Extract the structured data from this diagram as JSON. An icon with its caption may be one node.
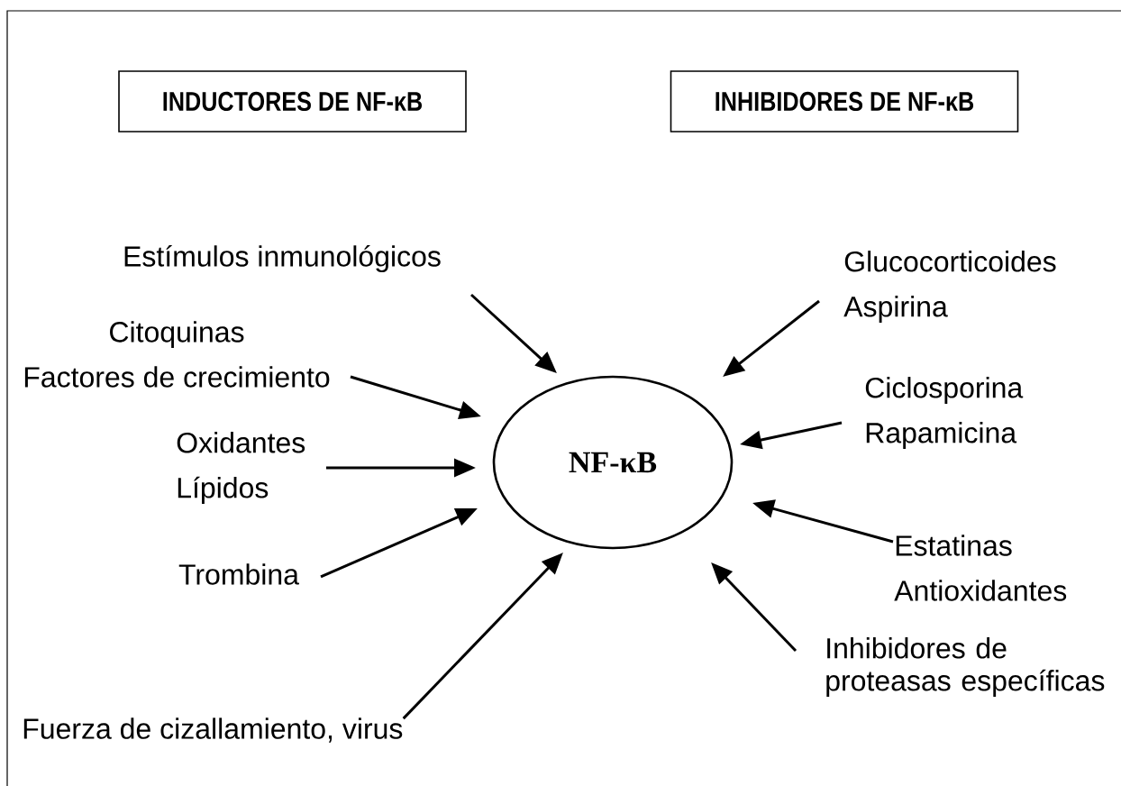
{
  "diagram": {
    "nodes": [
      {
        "text": [
          "INDUCTORES DE NF-κB"
        ]
      },
      {
        "text": [
          "INHIBIDORES DE NF-κB"
        ]
      },
      {
        "text": [
          "NF-κB"
        ]
      },
      {
        "text": [
          "Estímulos inmunológicos"
        ]
      },
      {
        "text": [
          "Citoquinas",
          "Factores de crecimiento"
        ]
      },
      {
        "text": [
          "Oxidantes",
          "Lípidos"
        ]
      },
      {
        "text": [
          "Trombina"
        ]
      },
      {
        "text": [
          "Fuerza de cizallamiento, virus"
        ]
      },
      {
        "text": [
          "Glucocorticoides",
          "Aspirina"
        ]
      },
      {
        "text": [
          "Ciclosporina",
          "Rapamicina"
        ]
      },
      {
        "text": [
          "Estatinas",
          "Antioxidantes"
        ]
      },
      {
        "text": [
          "Inhibidores de proteasas específicas"
        ]
      }
    ],
    "edges": [
      {
        "from": 3,
        "to": 2,
        "arrow": "to"
      },
      {
        "from": 4,
        "to": 2,
        "arrow": "to"
      },
      {
        "from": 5,
        "to": 2,
        "arrow": "to"
      },
      {
        "from": 6,
        "to": 2,
        "arrow": "to"
      },
      {
        "from": 7,
        "to": 2,
        "arrow": "to"
      },
      {
        "from": 8,
        "to": 2,
        "arrow": "to"
      },
      {
        "from": 9,
        "to": 2,
        "arrow": "to"
      },
      {
        "from": 10,
        "to": 2,
        "arrow": "to"
      },
      {
        "from": 11,
        "to": 2,
        "arrow": "to"
      }
    ]
  }
}
